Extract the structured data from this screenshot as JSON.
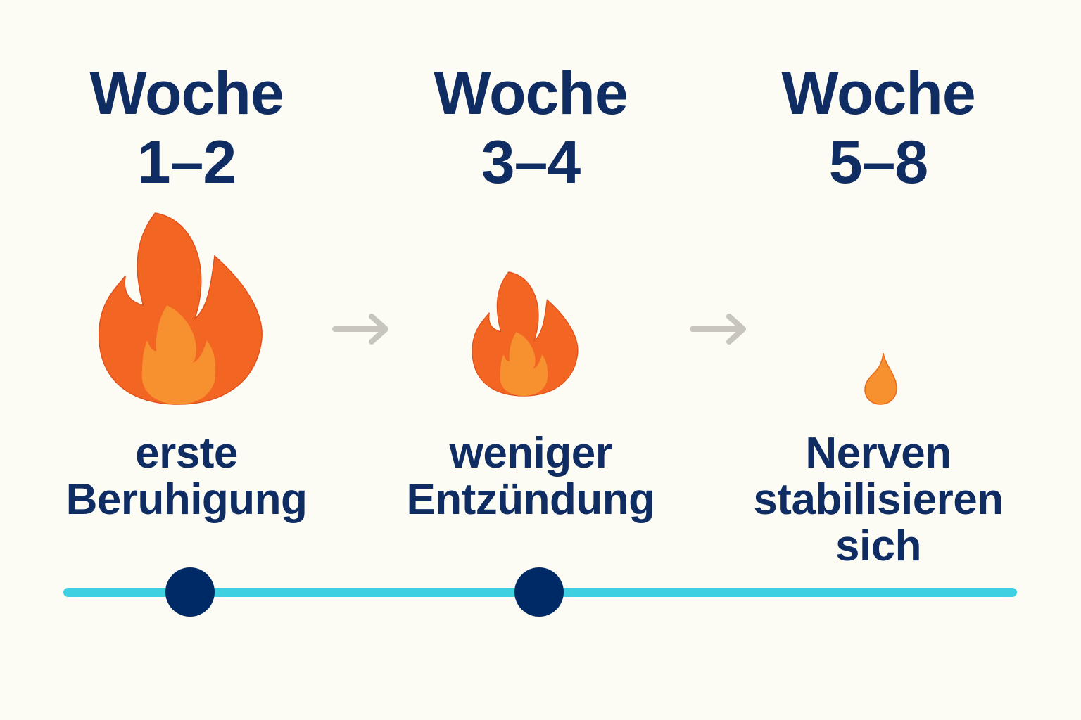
{
  "diagram": {
    "stages": [
      {
        "title_line1": "Woche",
        "title_line2": "1–2",
        "caption_lines": [
          "erste",
          "Beruhigung"
        ],
        "flame_size": "large",
        "icon": "flame-icon"
      },
      {
        "title_line1": "Woche",
        "title_line2": "3–4",
        "caption_lines": [
          "weniger",
          "Entzündung"
        ],
        "flame_size": "medium",
        "icon": "flame-icon"
      },
      {
        "title_line1": "Woche",
        "title_line2": "5–8",
        "caption_lines": [
          "Nerven",
          "stabilisieren",
          "sich"
        ],
        "flame_size": "small",
        "icon": "droplet-flame-icon"
      }
    ],
    "arrows": [
      "arrow-right-icon",
      "arrow-right-icon"
    ],
    "timeline": {
      "markers": 2
    },
    "colors": {
      "background": "#fdfcf4",
      "text": "#0f2c63",
      "flame_outer": "#f26522",
      "flame_inner": "#f7902f",
      "arrow": "#c8c6bc",
      "timeline": "#3fd0e2",
      "marker": "#002a66"
    }
  }
}
